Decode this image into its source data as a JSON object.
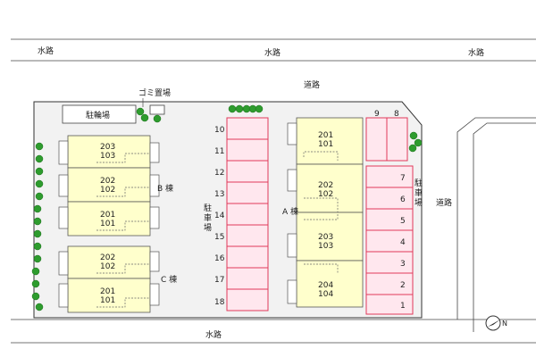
{
  "labels": {
    "water_top_left": "水路",
    "water_top_center": "水路",
    "water_top_right": "水路",
    "water_bottom": "水路",
    "road_top": "道路",
    "road_right": "道路",
    "garbage": "ゴミ置場",
    "bicycle": "駐輪場",
    "parking_left": "駐\n車\n場",
    "parking_right": "駐\n車\n場",
    "bldg_a": "A 棟",
    "bldg_b": "B 棟",
    "bldg_c": "C 棟"
  },
  "building_b_units": [
    {
      "upper": "203",
      "lower": "103"
    },
    {
      "upper": "202",
      "lower": "102"
    },
    {
      "upper": "201",
      "lower": "101"
    }
  ],
  "building_c_units": [
    {
      "upper": "202",
      "lower": "102"
    },
    {
      "upper": "201",
      "lower": "101"
    }
  ],
  "building_a_units": [
    {
      "upper": "201",
      "lower": "101"
    },
    {
      "upper": "202",
      "lower": "102"
    },
    {
      "upper": "203",
      "lower": "103"
    },
    {
      "upper": "204",
      "lower": "104"
    }
  ],
  "parking_left_numbers": [
    "10",
    "11",
    "12",
    "13",
    "14",
    "15",
    "16",
    "17",
    "18"
  ],
  "parking_right_numbers": [
    "7",
    "6",
    "5",
    "4",
    "3",
    "2",
    "1"
  ],
  "parking_top_numbers": [
    "9",
    "8"
  ],
  "north_symbol": "N",
  "colors": {
    "building": "#ffffcc",
    "parking": "#ffe7ee",
    "parking_stroke": "#e03a5a",
    "tree": "#2e9c2e"
  }
}
